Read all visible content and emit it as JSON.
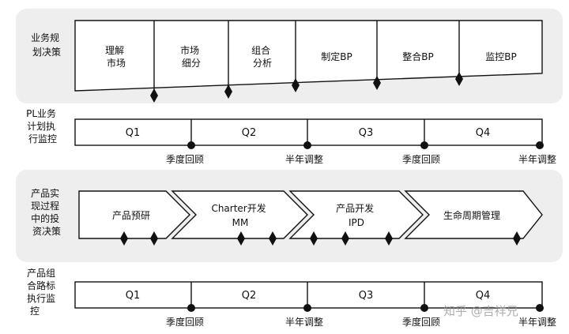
{
  "section1": {
    "label_lines": [
      "业务规",
      "划决策"
    ],
    "steps": [
      {
        "lines": [
          "理解",
          "市场"
        ]
      },
      {
        "lines": [
          "市场",
          "细分"
        ]
      },
      {
        "lines": [
          "组合",
          "分析"
        ]
      },
      {
        "lines": [
          "制定BP"
        ]
      },
      {
        "lines": [
          "整合BP"
        ]
      },
      {
        "lines": [
          "监控BP"
        ]
      }
    ]
  },
  "timeline1": {
    "label_lines": [
      "PL业务",
      "计划执",
      "行监控"
    ],
    "quarters": [
      "Q1",
      "Q2",
      "Q3",
      "Q4"
    ],
    "markers": [
      "季度回顾",
      "半年调整",
      "季度回顾",
      "半年调整"
    ]
  },
  "section2": {
    "label_lines": [
      "产品实",
      "现过程",
      "中的投",
      "资决策"
    ],
    "phases": [
      {
        "lines": [
          "产品预研"
        ]
      },
      {
        "lines": [
          "Charter开发",
          "MM"
        ]
      },
      {
        "lines": [
          "产品开发",
          "IPD"
        ]
      },
      {
        "lines": [
          "生命周期管理"
        ]
      }
    ]
  },
  "timeline2": {
    "label_lines": [
      "产品组",
      "合路标",
      "执行监",
      "控"
    ],
    "quarters": [
      "Q1",
      "Q2",
      "Q3",
      "Q4"
    ],
    "markers": [
      "季度回顾",
      "半年调整",
      "季度回顾",
      "半年调整"
    ]
  },
  "watermark": "知乎 @吉祥兄",
  "colors": {
    "panel_bg": "#eeeeee",
    "stroke": "#111111",
    "fill": "#ffffff",
    "watermark": "#9a9a9a"
  }
}
